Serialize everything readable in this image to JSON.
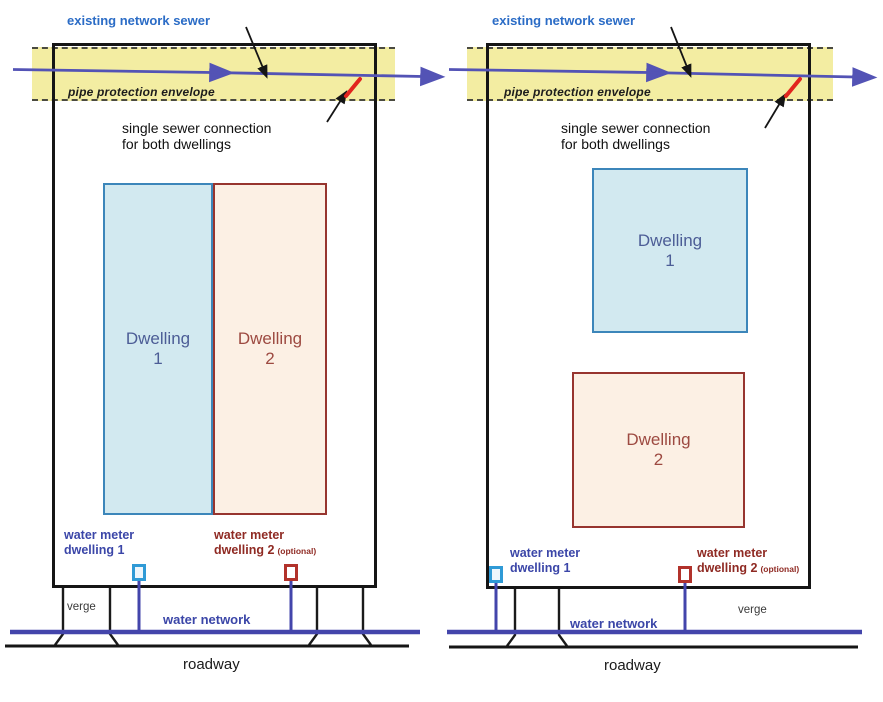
{
  "colors": {
    "sewer_line": "#5353b5",
    "water_network_line": "#4345ab",
    "protection_envelope_fill": "#f3eda2",
    "sewer_label_blue": "#2b6cc6",
    "meter_label_blue": "#3b46a8",
    "meter_label_red": "#8f2a23",
    "dwelling1_fill": "#d2e9f0",
    "dwelling1_border": "#3c86ba",
    "dwelling1_text": "#4c5d96",
    "dwelling2_fill": "#fcf0e4",
    "dwelling2_border": "#97352f",
    "dwelling2_text": "#9d4a41",
    "connection_mark_red": "#e2251e",
    "outline_black": "#151515"
  },
  "panels": [
    {
      "existing_sewer": "existing network sewer",
      "envelope": "pipe protection envelope",
      "note_line1": "single sewer connection",
      "note_line2": "for both dwellings",
      "dwelling1_word": "Dwelling",
      "dwelling1_num": "1",
      "dwelling2_word": "Dwelling",
      "dwelling2_num": "2",
      "meter1_line1": "water meter",
      "meter1_line2": "dwelling 1",
      "meter2_line1": "water meter",
      "meter2_line2": "dwelling 2",
      "meter2_suffix": "(optional)",
      "verge": "verge",
      "water_network": "water network",
      "roadway": "roadway"
    },
    {
      "existing_sewer": "existing network sewer",
      "envelope": "pipe protection envelope",
      "note_line1": "single sewer connection",
      "note_line2": "for both dwellings",
      "dwelling1_word": "Dwelling",
      "dwelling1_num": "1",
      "dwelling2_word": "Dwelling",
      "dwelling2_num": "2",
      "meter1_line1": "water meter",
      "meter1_line2": "dwelling 1",
      "meter2_line1": "water meter",
      "meter2_line2": "dwelling 2",
      "meter2_suffix": "(optional)",
      "verge": "verge",
      "water_network": "water network",
      "roadway": "roadway"
    }
  ]
}
